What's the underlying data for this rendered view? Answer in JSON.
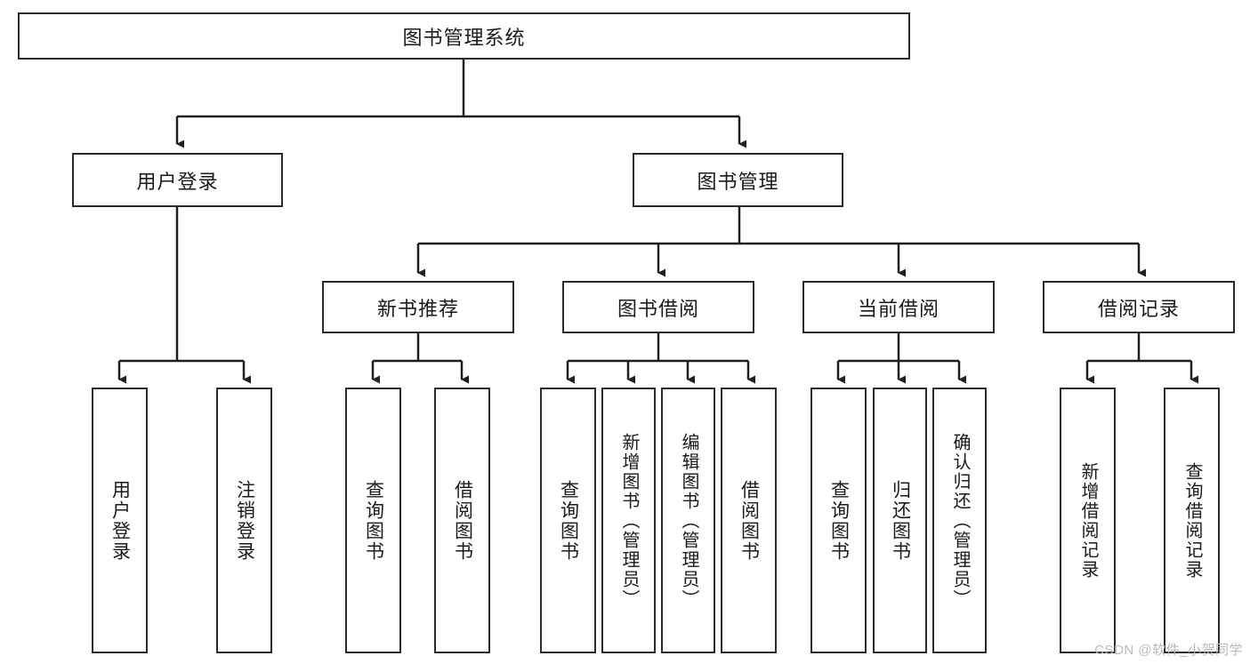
{
  "diagram": {
    "title": "图书管理系统",
    "type": "tree",
    "watermark": "CSDN @软件_小贺同学",
    "nodes": {
      "root": {
        "label": "图书管理系统",
        "level": 1,
        "orientation": "horizontal"
      },
      "l2_login": {
        "label": "用户登录",
        "level": 2,
        "orientation": "horizontal"
      },
      "l2_book": {
        "label": "图书管理",
        "level": 2,
        "orientation": "horizontal"
      },
      "l3_newbook": {
        "label": "新书推荐",
        "level": 3,
        "orientation": "horizontal"
      },
      "l3_borrow": {
        "label": "图书借阅",
        "level": 3,
        "orientation": "horizontal"
      },
      "l3_current": {
        "label": "当前借阅",
        "level": 3,
        "orientation": "horizontal"
      },
      "l3_record": {
        "label": "借阅记录",
        "level": 3,
        "orientation": "horizontal"
      },
      "l4_a1": {
        "label": "用户登录",
        "level": 4,
        "orientation": "vertical"
      },
      "l4_a2": {
        "label": "注销登录",
        "level": 4,
        "orientation": "vertical"
      },
      "l4_b1": {
        "label": "查询图书",
        "level": 4,
        "orientation": "vertical"
      },
      "l4_b2": {
        "label": "借阅图书",
        "level": 4,
        "orientation": "vertical"
      },
      "l4_c1": {
        "label": "查询图书",
        "level": 4,
        "orientation": "vertical"
      },
      "l4_c2": {
        "label": "新增图书（管理员）",
        "level": 4,
        "orientation": "vertical"
      },
      "l4_c3": {
        "label": "编辑图书（管理员）",
        "level": 4,
        "orientation": "vertical"
      },
      "l4_c4": {
        "label": "借阅图书",
        "level": 4,
        "orientation": "vertical"
      },
      "l4_d1": {
        "label": "查询图书",
        "level": 4,
        "orientation": "vertical"
      },
      "l4_d2": {
        "label": "归还图书",
        "level": 4,
        "orientation": "vertical"
      },
      "l4_d3": {
        "label": "确认归还（管理员）",
        "level": 4,
        "orientation": "vertical"
      },
      "l4_e1": {
        "label": "新增借阅记录",
        "level": 4,
        "orientation": "vertical"
      },
      "l4_e2": {
        "label": "查询借阅记录",
        "level": 4,
        "orientation": "vertical"
      }
    },
    "edges": [
      {
        "from": "root",
        "to": "l2_login"
      },
      {
        "from": "root",
        "to": "l2_book"
      },
      {
        "from": "l2_login",
        "to": "l4_a1"
      },
      {
        "from": "l2_login",
        "to": "l4_a2"
      },
      {
        "from": "l2_book",
        "to": "l3_newbook"
      },
      {
        "from": "l2_book",
        "to": "l3_borrow"
      },
      {
        "from": "l2_book",
        "to": "l3_current"
      },
      {
        "from": "l2_book",
        "to": "l3_record"
      },
      {
        "from": "l3_newbook",
        "to": "l4_b1"
      },
      {
        "from": "l3_newbook",
        "to": "l4_b2"
      },
      {
        "from": "l3_borrow",
        "to": "l4_c1"
      },
      {
        "from": "l3_borrow",
        "to": "l4_c2"
      },
      {
        "from": "l3_borrow",
        "to": "l4_c3"
      },
      {
        "from": "l3_borrow",
        "to": "l4_c4"
      },
      {
        "from": "l3_current",
        "to": "l4_d1"
      },
      {
        "from": "l3_current",
        "to": "l4_d2"
      },
      {
        "from": "l3_current",
        "to": "l4_d3"
      },
      {
        "from": "l3_record",
        "to": "l4_e1"
      },
      {
        "from": "l3_record",
        "to": "l4_e2"
      }
    ],
    "colors": {
      "box_border": "#2b2b2b",
      "box_fill": "#ffffff",
      "edge": "#1f1f1f",
      "text": "#1a1a1a",
      "watermark": "#b9b9b9",
      "background": "#ffffff"
    }
  }
}
